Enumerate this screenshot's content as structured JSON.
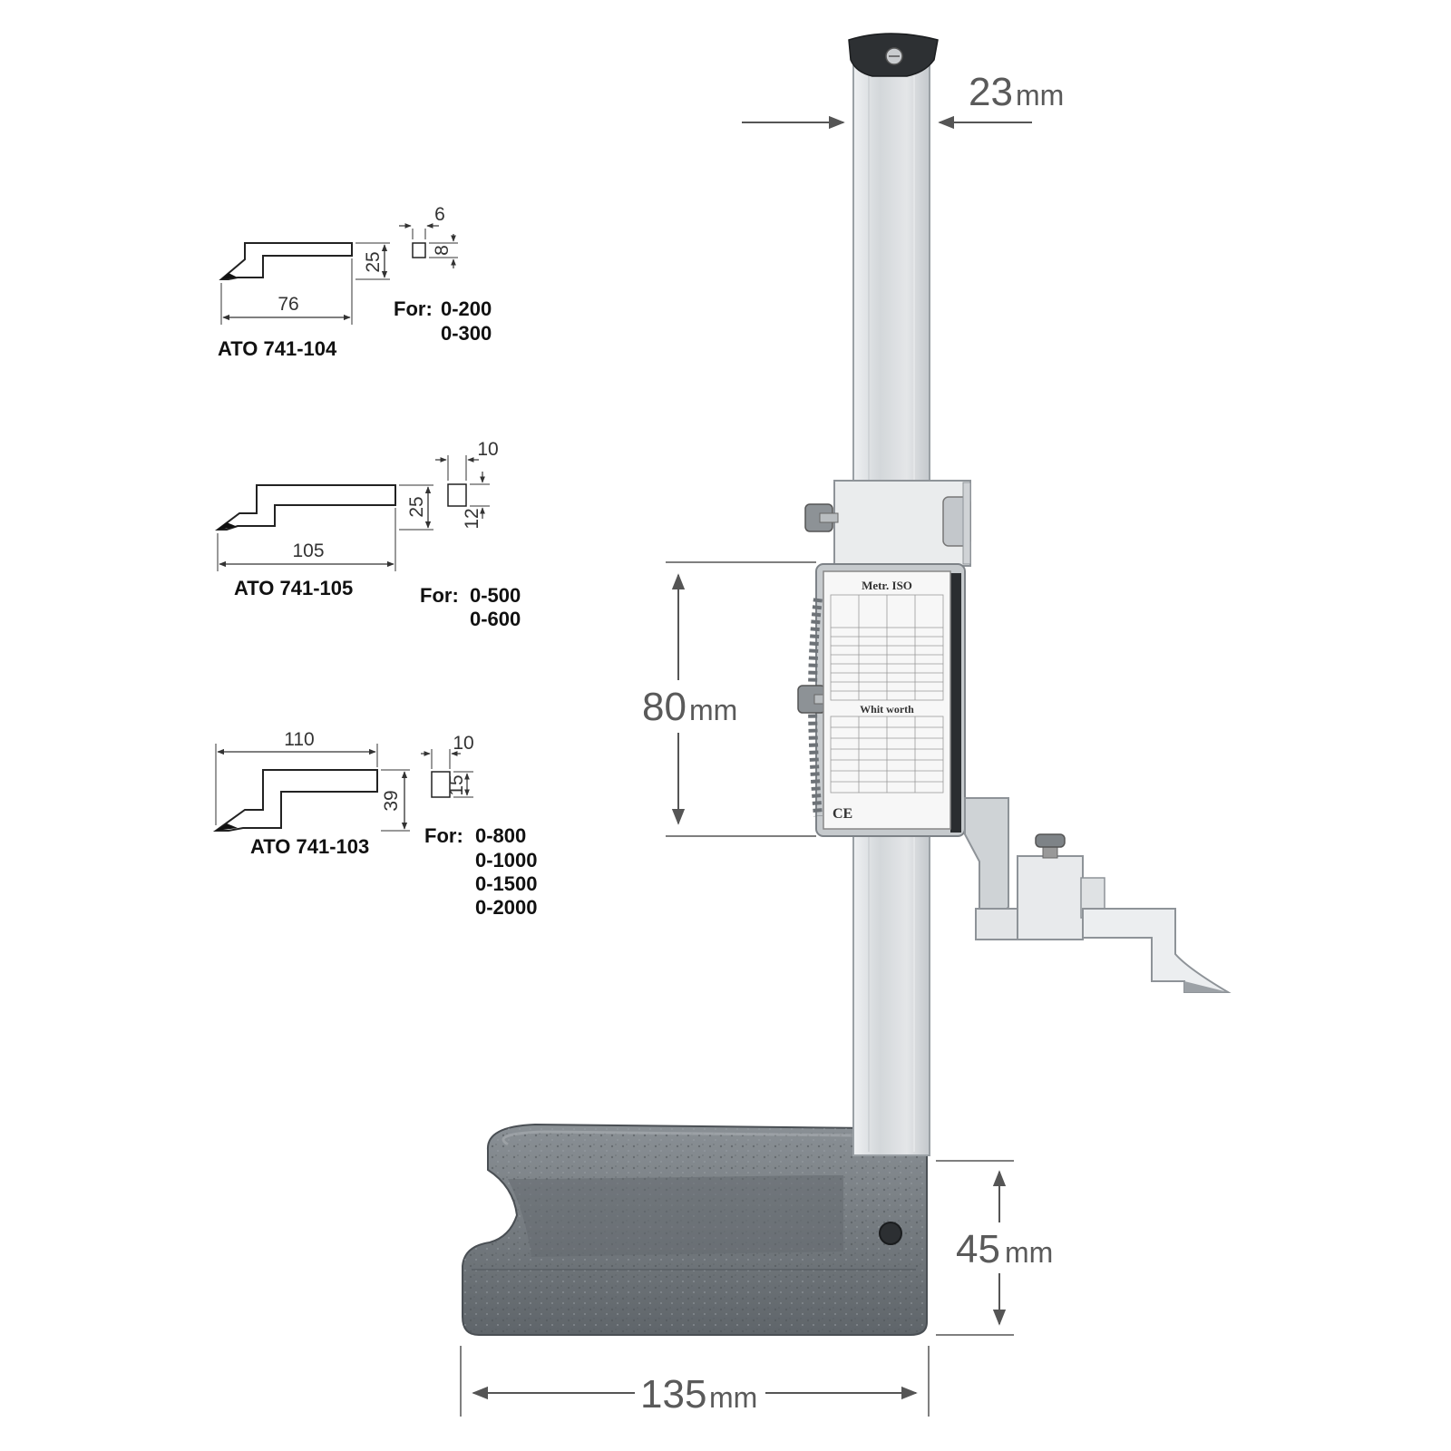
{
  "dimensions": {
    "width": {
      "value": "23",
      "unit": "mm"
    },
    "slider_height": {
      "value": "80",
      "unit": "mm"
    },
    "base_height": {
      "value": "45",
      "unit": "mm"
    },
    "base_length": {
      "value": "135",
      "unit": "mm"
    }
  },
  "scribers": [
    {
      "model": "ATO 741-104",
      "length": "76",
      "height": "25",
      "tip_w": "6",
      "tip_h": "8",
      "for_label": "For:",
      "ranges": [
        "0-200",
        "0-300"
      ]
    },
    {
      "model": "ATO 741-105",
      "length": "105",
      "height": "25",
      "tip_w": "10",
      "tip_h": "12",
      "for_label": "For:",
      "ranges": [
        "0-500",
        "0-600"
      ]
    },
    {
      "model": "ATO 741-103",
      "length": "110",
      "height": "39",
      "tip_w": "10",
      "tip_h": "15",
      "for_label": "For:",
      "ranges": [
        "0-800",
        "0-1000",
        "0-1500",
        "0-2000"
      ]
    }
  ],
  "plate": {
    "top_heading": "Metr. ISO",
    "bottom_heading": "Whit worth",
    "ce_mark": "CE"
  },
  "colors": {
    "steel": "#d9dcdf",
    "base": "#70767b",
    "dim_line": "#555555"
  }
}
